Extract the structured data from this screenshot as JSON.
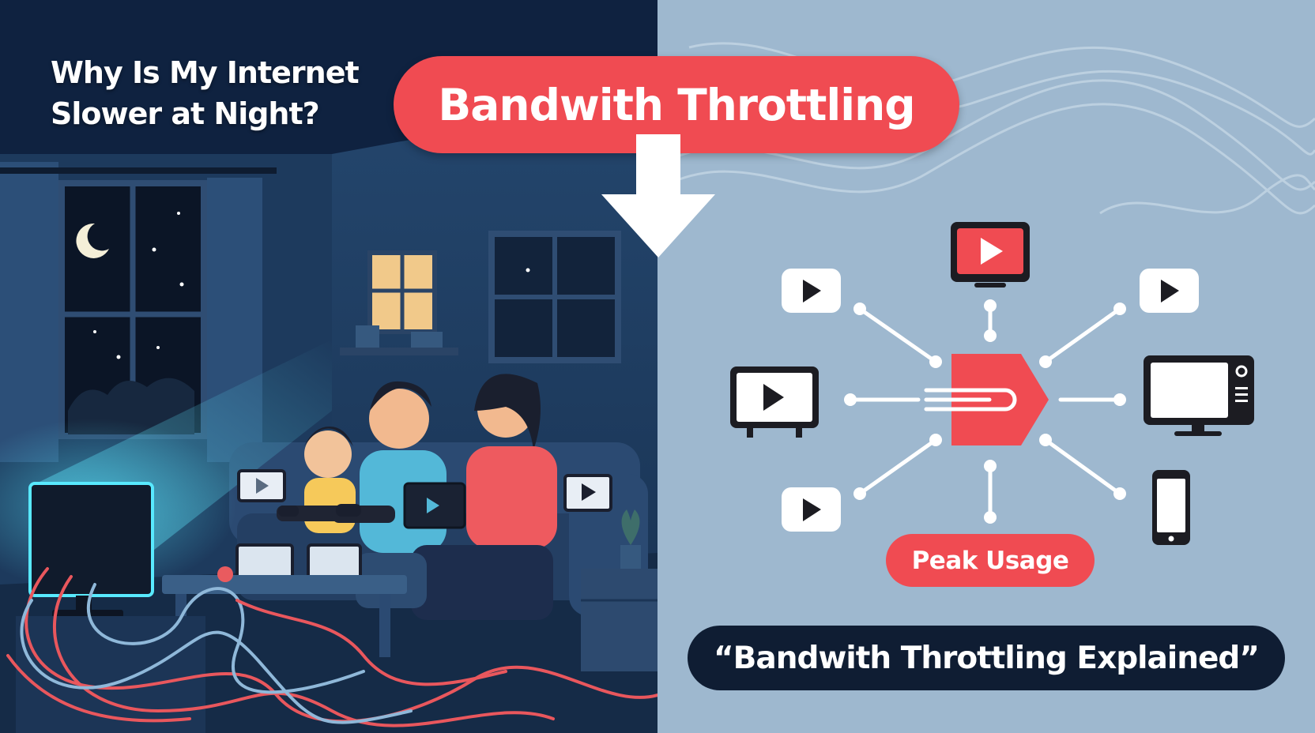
{
  "left": {
    "question_title": "Why Is My Internet Slower at Night?"
  },
  "banner": {
    "label": "Bandwith Throttling"
  },
  "network": {
    "peak_label": "Peak Usage",
    "caption": "“Bandwith Throttling Explained”"
  },
  "colors": {
    "accent_red": "#f04b52",
    "night_navy": "#14294a",
    "panel_blue": "#9eb8cf",
    "caption_dark": "#0f1d33",
    "screen_cyan": "#3fe0ff"
  },
  "icons": [
    "moon-icon",
    "down-arrow-icon",
    "play-icon",
    "tv-icon",
    "smartphone-icon",
    "router-icon"
  ]
}
